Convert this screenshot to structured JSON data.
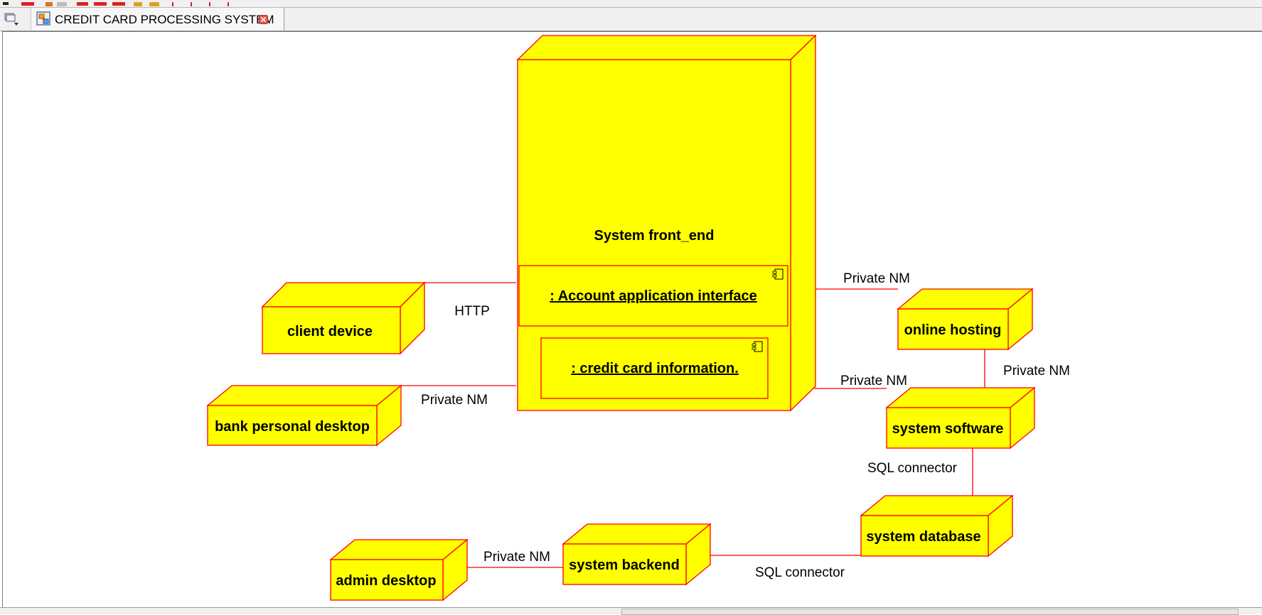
{
  "tab": {
    "title": "CREDIT CARD PROCESSING SYSTEM",
    "close_icon": "close-icon",
    "diagram_icon": "deployment-diagram-icon"
  },
  "colors": {
    "node_fill": "#ffff00",
    "node_stroke": "#ff0000",
    "connector": "#ff0000"
  },
  "diagram": {
    "front_end": {
      "name": "System front_end",
      "components": [
        ": Account application interface",
        ": credit card information."
      ]
    },
    "nodes": {
      "client_device": "client device",
      "bank_personal_desktop": "bank personal desktop",
      "online_hosting": "online hosting",
      "system_software": "system software",
      "system_database": "system database",
      "system_backend": "system backend",
      "admin_desktop": "admin desktop"
    },
    "connections": {
      "front_client": "HTTP",
      "front_bank": "Private NM",
      "front_hosting": "Private NM",
      "front_software": "Private NM",
      "hosting_software": "Private NM",
      "software_database": "SQL connector",
      "database_backend": "SQL connector",
      "backend_admin": "Private NM"
    }
  }
}
